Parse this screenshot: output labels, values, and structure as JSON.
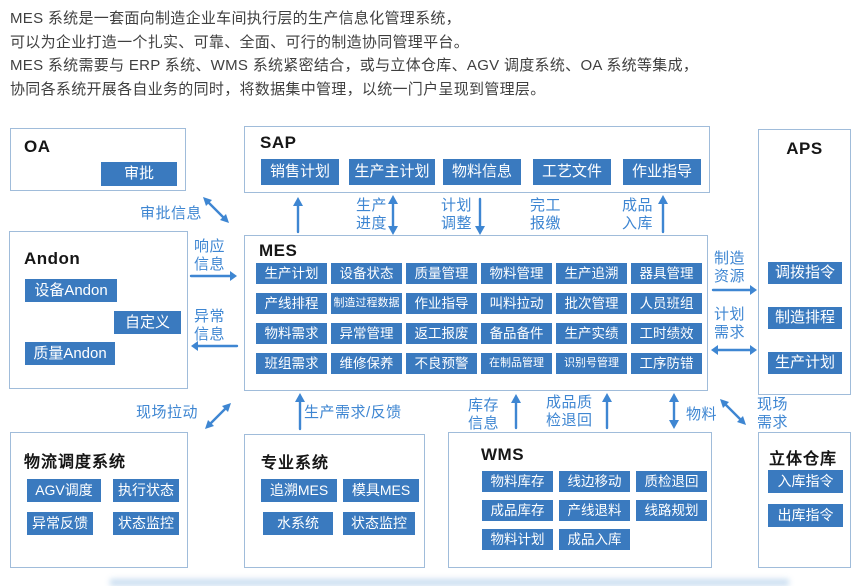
{
  "intro": {
    "lines": [
      "MES 系统是一套面向制造企业车间执行层的生产信息化管理系统，",
      "可以为企业打造一个扎实、可靠、全面、可行的制造协同管理平台。",
      "MES 系统需要与 ERP 系统、WMS 系统紧密结合，或与立体仓库、AGV 调度系统、OA 系统等集成，",
      "协同各系统开展各自业务的同时，将数据集中管理，以统一门户呈现到管理层。"
    ]
  },
  "colors": {
    "chip_blue": "#3a7abf",
    "arrow_blue": "#3e86d2",
    "border_blue": "#a0bcda"
  },
  "boxes": {
    "oa": {
      "title": "OA",
      "items": [
        "审批"
      ]
    },
    "sap": {
      "title": "SAP",
      "items": [
        "销售计划",
        "生产主计划",
        "物料信息",
        "工艺文件",
        "作业指导"
      ]
    },
    "aps": {
      "title": "APS",
      "items": [
        "调拨指令",
        "制造排程",
        "生产计划"
      ]
    },
    "andon": {
      "title": "Andon",
      "items": [
        "设备Andon",
        "自定义",
        "质量Andon"
      ]
    },
    "mes": {
      "title": "MES",
      "items": [
        "生产计划",
        "设备状态",
        "质量管理",
        "物料管理",
        "生产追溯",
        "器具管理",
        "产线排程",
        "制造过程数据",
        "作业指导",
        "叫料拉动",
        "批次管理",
        "人员班组",
        "物料需求",
        "异常管理",
        "返工报废",
        "备品备件",
        "生产实绩",
        "工时绩效",
        "班组需求",
        "维修保养",
        "不良预警",
        "在制品管理",
        "识别号管理",
        "工序防错"
      ]
    },
    "logistics": {
      "title": "物流调度系统",
      "items": [
        "AGV调度",
        "执行状态",
        "异常反馈",
        "状态监控"
      ]
    },
    "special": {
      "title": "专业系统",
      "items": [
        "追溯MES",
        "模具MES",
        "水系统",
        "状态监控"
      ]
    },
    "wms": {
      "title": "WMS",
      "items": [
        "物料库存",
        "线边移动",
        "质检退回",
        "成品库存",
        "产线退料",
        "线路规划",
        "物料计划",
        "成品入库"
      ]
    },
    "cube": {
      "title": "立体仓库",
      "items": [
        "入库指令",
        "出库指令"
      ]
    }
  },
  "flows": {
    "approval_info": "审批信息",
    "response_info": "响应信息",
    "abnormal_info": "异常信息",
    "site_pull": "现场拉动",
    "production_progress": "生产进度",
    "plan_adjustment": "计划调整",
    "completion_report": "完工报缴",
    "finished_goods_in": "成品入库",
    "manufacturing_resources": "制造资源",
    "plan_demand": "计划需求",
    "production_demand_feedback": "生产需求/反馈",
    "inventory_info": "库存信息",
    "finished_qc_return": "成品质检退回",
    "material": "物料",
    "site_demand": "现场需求"
  }
}
